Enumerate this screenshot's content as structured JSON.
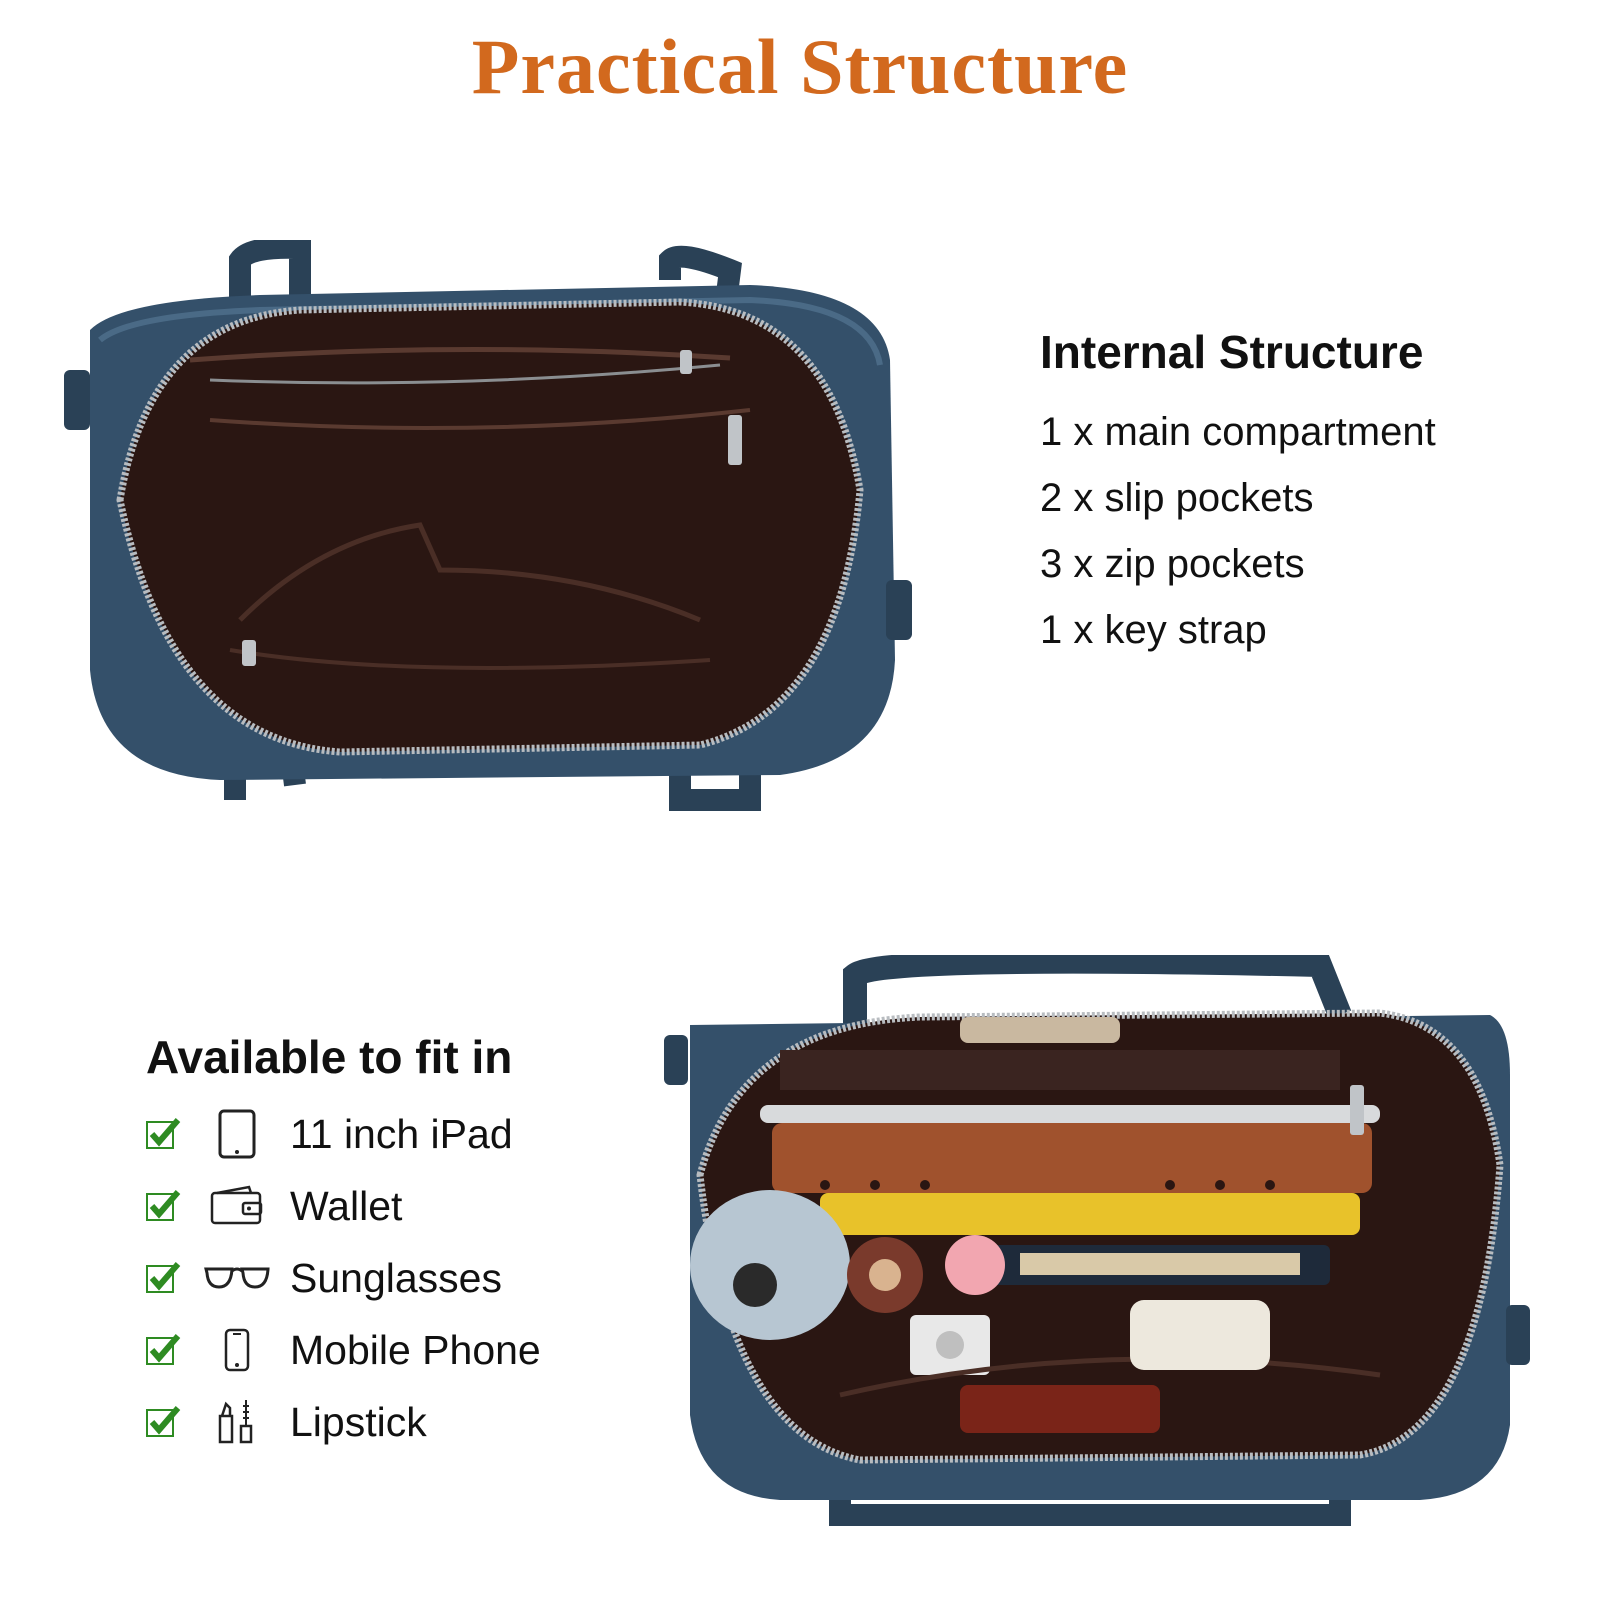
{
  "header": {
    "title": "Practical Structure",
    "title_color": "#D2691E"
  },
  "internal": {
    "heading": "Internal Structure",
    "items": [
      "1 x main compartment",
      "2 x slip pockets",
      "3 x zip pockets",
      "1 x key strap"
    ]
  },
  "fit": {
    "heading": "Available to fit in",
    "check_color": "#2E8B22",
    "items": [
      {
        "icon": "tablet-icon",
        "label": "11 inch iPad"
      },
      {
        "icon": "wallet-icon",
        "label": "Wallet"
      },
      {
        "icon": "sunglasses-icon",
        "label": "Sunglasses"
      },
      {
        "icon": "phone-icon",
        "label": "Mobile Phone"
      },
      {
        "icon": "lipstick-icon",
        "label": "Lipstick"
      }
    ]
  },
  "colors": {
    "leather": "#2F4A60",
    "lining": "#2A1612",
    "zipper": "#B8BCC0"
  }
}
